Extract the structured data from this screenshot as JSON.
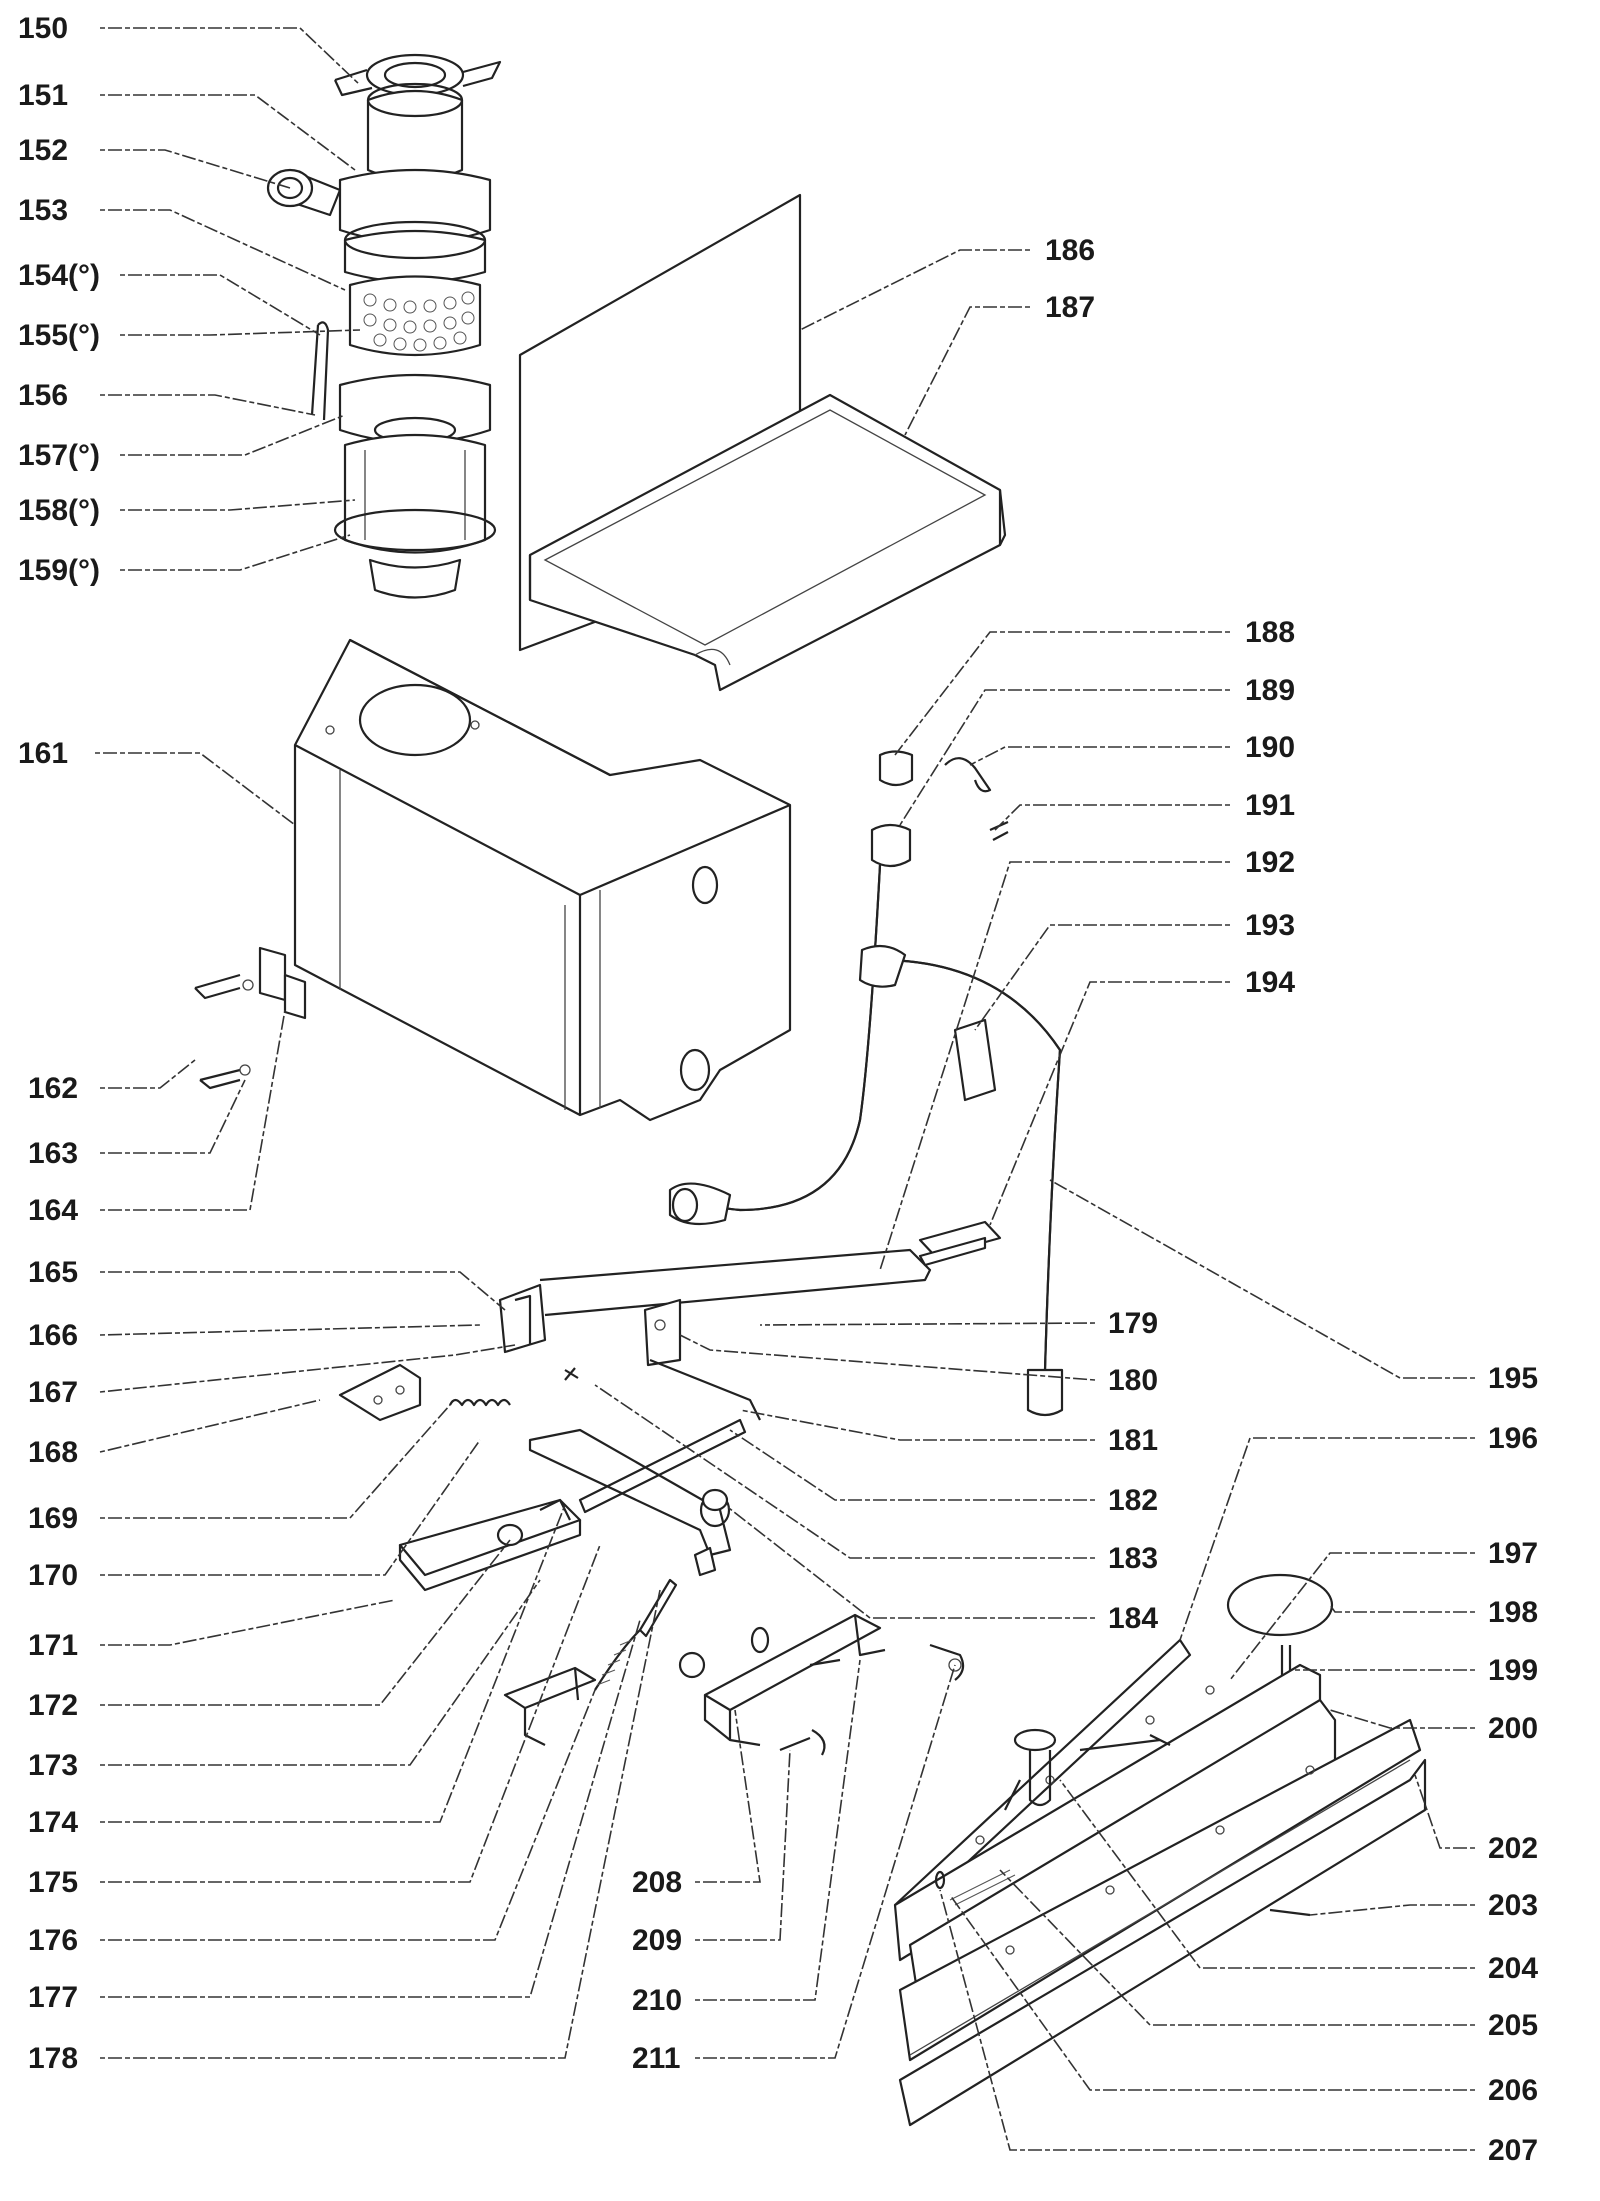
{
  "diagram": {
    "type": "exploded-parts-view",
    "callouts": [
      "150",
      "151",
      "152",
      "153",
      "154(°)",
      "155(°)",
      "156",
      "157(°)",
      "158(°)",
      "159(°)",
      "161",
      "162",
      "163",
      "164",
      "165",
      "166",
      "167",
      "168",
      "169",
      "170",
      "171",
      "172",
      "173",
      "174",
      "175",
      "176",
      "177",
      "178",
      "179",
      "180",
      "181",
      "182",
      "183",
      "184",
      "186",
      "187",
      "188",
      "189",
      "190",
      "191",
      "192",
      "193",
      "194",
      "195",
      "196",
      "197",
      "198",
      "199",
      "200",
      "202",
      "203",
      "204",
      "205",
      "206",
      "207",
      "208",
      "209",
      "210",
      "211"
    ]
  }
}
